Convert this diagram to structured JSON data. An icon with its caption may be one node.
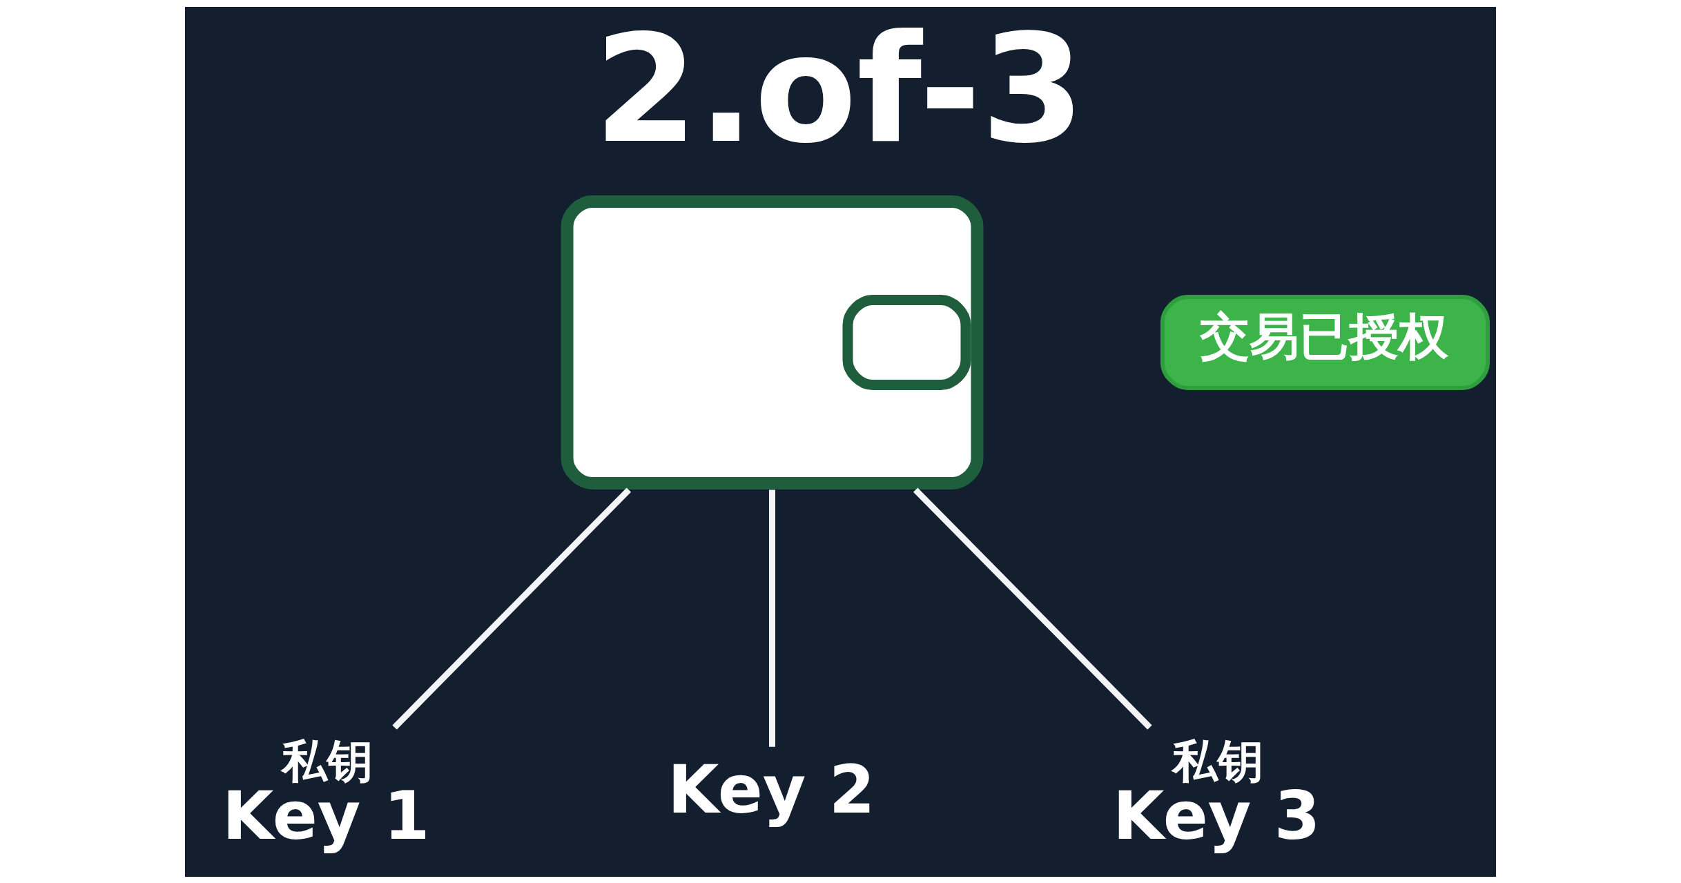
{
  "diagram": {
    "title": "2.of-3",
    "nodes": [
      {
        "text": [],
        "shape": "picture"
      },
      {
        "text": [
          "交易已授权"
        ]
      },
      {
        "text": [
          "私钥",
          "Key 1"
        ]
      },
      {
        "text": [
          "Key 2"
        ]
      },
      {
        "text": [
          "私钥",
          "Key 3"
        ]
      }
    ],
    "edges": [
      {
        "from": 0,
        "to": 2,
        "arrow": "none"
      },
      {
        "from": 0,
        "to": 3,
        "arrow": "none"
      },
      {
        "from": 0,
        "to": 4,
        "arrow": "none"
      }
    ]
  }
}
